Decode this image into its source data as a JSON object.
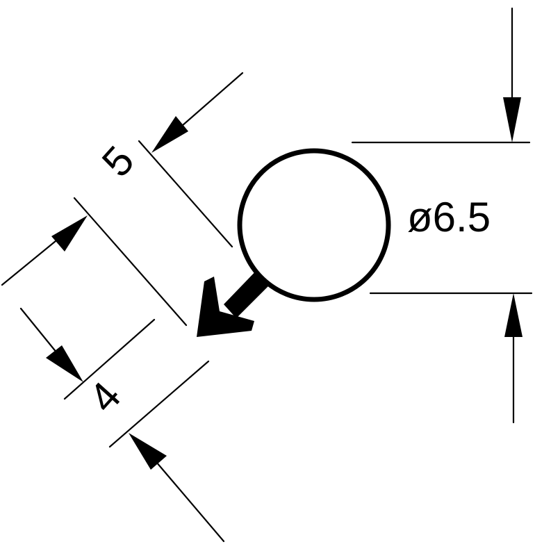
{
  "diagram": {
    "dimensions": {
      "diameter": "ø6.5",
      "upper_width": "5",
      "lower_width": "4"
    },
    "colors": {
      "ink": "#000000",
      "background": "#ffffff"
    }
  }
}
